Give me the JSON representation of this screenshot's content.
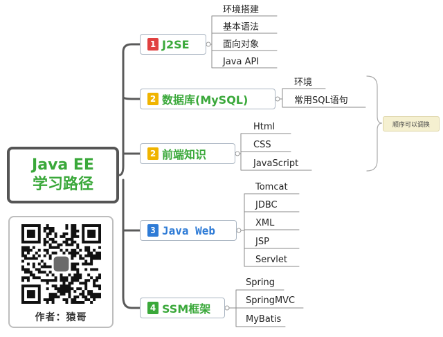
{
  "root": {
    "line1": "Java EE",
    "line2": "学习路径"
  },
  "author": "作者：猿哥",
  "note": "顺序可以调换",
  "colors": {
    "green": "#3aa83a",
    "blue": "#2e7bd6",
    "yellow": "#f0b400",
    "red": "#e04040",
    "branch_text_java": "#2e7bd6"
  },
  "branches": [
    {
      "num": "1",
      "label": "J2SE",
      "leaves": [
        "环境搭建",
        "基本语法",
        "面向对象",
        "Java API"
      ]
    },
    {
      "num": "2",
      "label": "数据库(MySQL)",
      "leaves": [
        "环境",
        "常用SQL语句"
      ]
    },
    {
      "num": "2",
      "label": "前端知识",
      "leaves": [
        "Html",
        "CSS",
        "JavaScript"
      ]
    },
    {
      "num": "3",
      "label": "Java Web",
      "leaves": [
        "Tomcat",
        "JDBC",
        "XML",
        "JSP",
        "Servlet"
      ]
    },
    {
      "num": "4",
      "label": "SSM框架",
      "leaves": [
        "Spring",
        "SpringMVC",
        "MyBatis"
      ]
    }
  ]
}
